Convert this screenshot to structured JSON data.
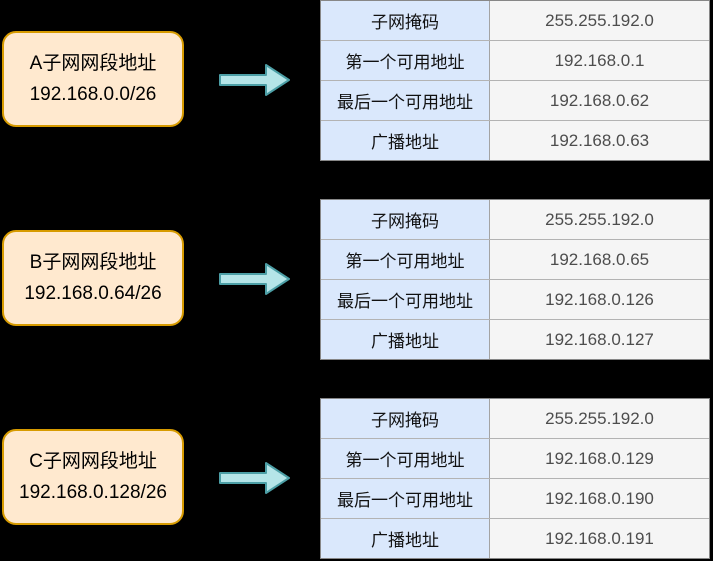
{
  "diagram": {
    "background": "#000000",
    "colors": {
      "box_fill": "#FFE9CF",
      "box_border": "#D79B00",
      "arrow_fill": "#B5E5E8",
      "arrow_border": "#4C9FA6",
      "table_label_bg": "#DAE8FC",
      "table_value_bg": "#F5F5F5",
      "table_border": "#878787"
    },
    "groups": [
      {
        "id": "A",
        "source": {
          "title": "A子网网段地址",
          "cidr": "192.168.0.0/26"
        },
        "arrow_icon": "arrow-right",
        "table": {
          "rows": [
            {
              "label": "子网掩码",
              "value": "255.255.192.0"
            },
            {
              "label": "第一个可用地址",
              "value": "192.168.0.1"
            },
            {
              "label": "最后一个可用地址",
              "value": "192.168.0.62"
            },
            {
              "label": "广播地址",
              "value": "192.168.0.63"
            }
          ]
        }
      },
      {
        "id": "B",
        "source": {
          "title": "B子网网段地址",
          "cidr": "192.168.0.64/26"
        },
        "arrow_icon": "arrow-right",
        "table": {
          "rows": [
            {
              "label": "子网掩码",
              "value": "255.255.192.0"
            },
            {
              "label": "第一个可用地址",
              "value": "192.168.0.65"
            },
            {
              "label": "最后一个可用地址",
              "value": "192.168.0.126"
            },
            {
              "label": "广播地址",
              "value": "192.168.0.127"
            }
          ]
        }
      },
      {
        "id": "C",
        "source": {
          "title": "C子网网段地址",
          "cidr": "192.168.0.128/26"
        },
        "arrow_icon": "arrow-right",
        "table": {
          "rows": [
            {
              "label": "子网掩码",
              "value": "255.255.192.0"
            },
            {
              "label": "第一个可用地址",
              "value": "192.168.0.129"
            },
            {
              "label": "最后一个可用地址",
              "value": "192.168.0.190"
            },
            {
              "label": "广播地址",
              "value": "192.168.0.191"
            }
          ]
        }
      }
    ]
  }
}
